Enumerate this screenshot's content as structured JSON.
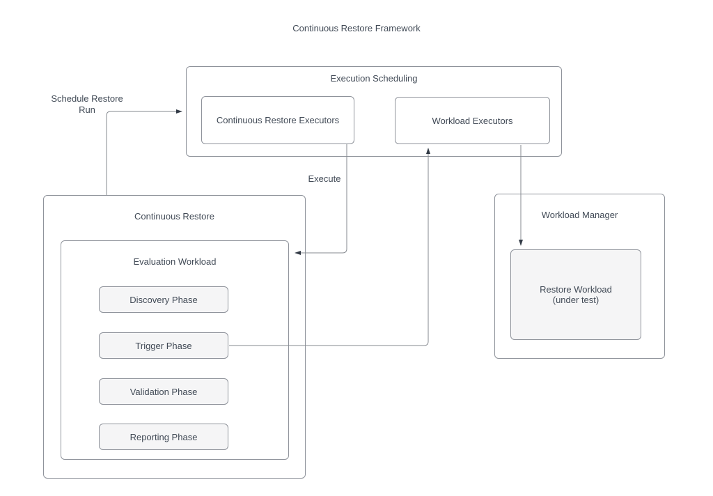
{
  "diagram": {
    "title": "Continuous Restore Framework",
    "groups": {
      "execution_scheduling": "Execution Scheduling",
      "continuous_restore": "Continuous Restore",
      "evaluation_workload": "Evaluation Workload",
      "workload_manager": "Workload Manager"
    },
    "nodes": {
      "continuous_restore_executors": "Continuous Restore Executors",
      "workload_executors": "Workload Executors",
      "phases": [
        "Discovery Phase",
        "Trigger Phase",
        "Validation Phase",
        "Reporting Phase"
      ],
      "restore_workload": "Restore Workload\n(under test)"
    },
    "edge_labels": {
      "schedule_restore_run": "Schedule Restore\nRun",
      "execute": "Execute"
    },
    "colors": {
      "background": "#ffffff",
      "border": "#8f939b",
      "line": "#85898f",
      "arrowhead": "#333b46",
      "text": "#414a56",
      "leaf_fill": "#f5f5f6"
    }
  }
}
